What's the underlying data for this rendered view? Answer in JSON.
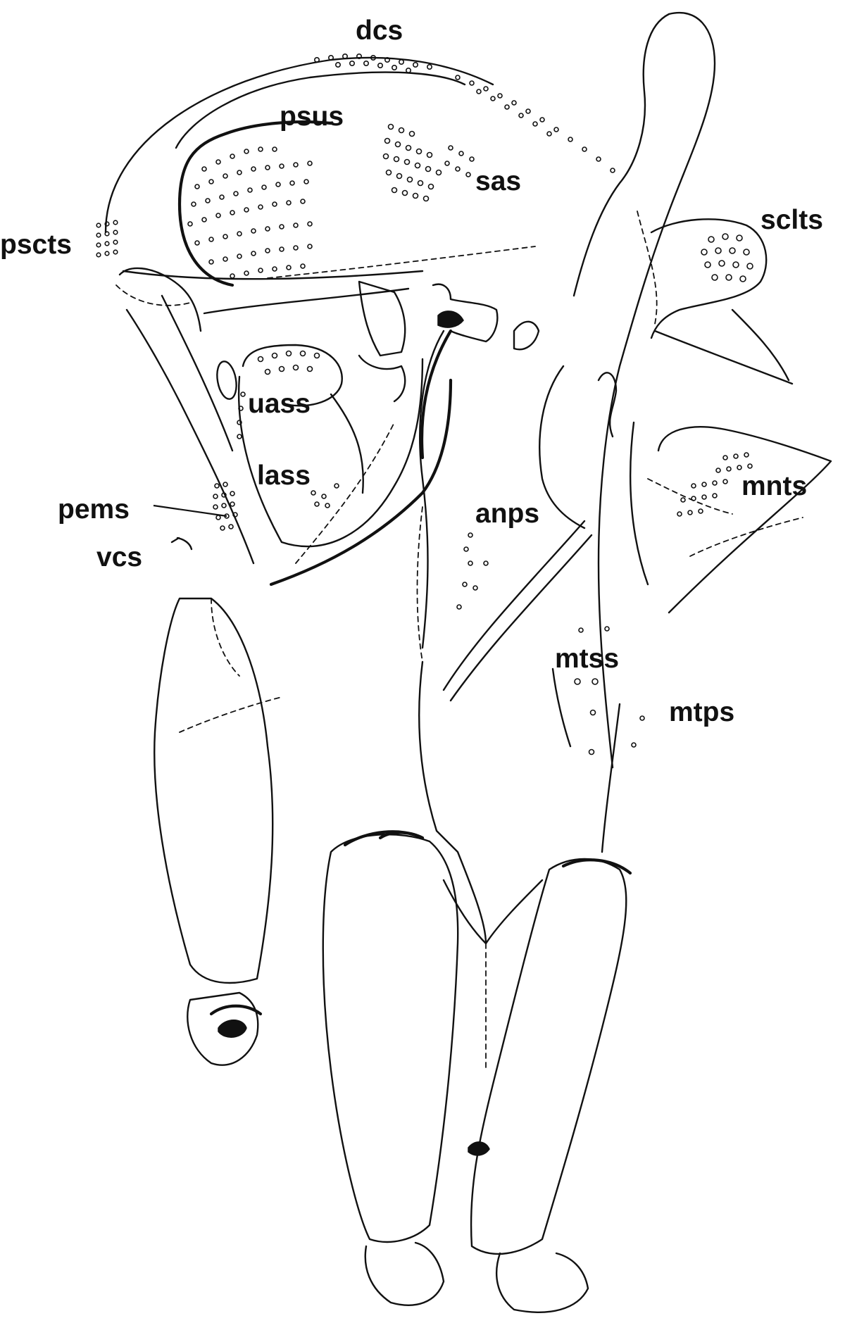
{
  "labels": {
    "dcs": "dcs",
    "psus": "psus",
    "sas": "sas",
    "pscts": "pscts",
    "sclts": "sclts",
    "uass": "uass",
    "lass": "lass",
    "pems": "pems",
    "vcs": "vcs",
    "anps": "anps",
    "mnts": "mnts",
    "mtss": "mtss",
    "mtps": "mtps"
  },
  "colors": {
    "ink": "#111111",
    "background": "#ffffff"
  }
}
